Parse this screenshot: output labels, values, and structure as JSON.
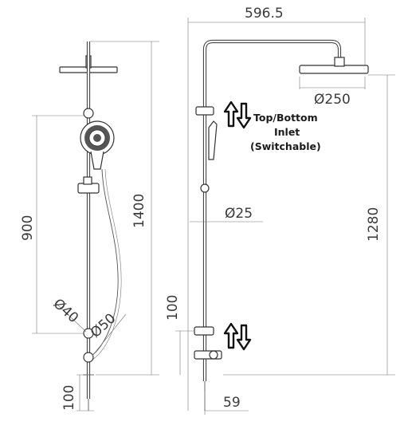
{
  "dimensions": {
    "overall_width": "596.5",
    "head_diameter": "Ø250",
    "pipe_diameter": "Ø25",
    "outlet_height": "1280",
    "front_height": "1400",
    "slide_length": "900",
    "left_base": "100",
    "right_base": "100",
    "diameter_40": "Ø40",
    "diameter_50": "Ø50",
    "offset": "59"
  },
  "inlet_note": {
    "line1": "Top/Bottom",
    "line2": "Inlet",
    "line3": "(Switchable)"
  },
  "icons": {
    "top_arrow": "up-down-arrows-icon",
    "bottom_arrow": "up-down-arrows-icon"
  }
}
